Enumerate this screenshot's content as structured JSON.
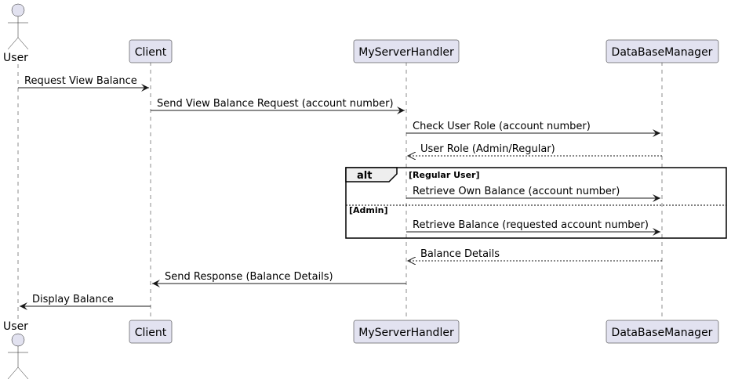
{
  "participants": [
    {
      "id": "user",
      "name": "User",
      "kind": "actor"
    },
    {
      "id": "client",
      "name": "Client",
      "kind": "box"
    },
    {
      "id": "server",
      "name": "MyServerHandler",
      "kind": "box"
    },
    {
      "id": "db",
      "name": "DataBaseManager",
      "kind": "box"
    }
  ],
  "messages": [
    {
      "from": "user",
      "to": "client",
      "label": "Request View Balance",
      "style": "solid"
    },
    {
      "from": "client",
      "to": "server",
      "label": "Send View Balance Request (account number)",
      "style": "solid"
    },
    {
      "from": "server",
      "to": "db",
      "label": "Check User Role (account number)",
      "style": "solid"
    },
    {
      "from": "db",
      "to": "server",
      "label": "User Role (Admin/Regular)",
      "style": "dashed"
    },
    {
      "from": "server",
      "to": "db",
      "label": "Retrieve Own Balance (account number)",
      "style": "solid"
    },
    {
      "from": "server",
      "to": "db",
      "label": "Retrieve Balance (requested account number)",
      "style": "solid"
    },
    {
      "from": "db",
      "to": "server",
      "label": "Balance Details",
      "style": "dashed"
    },
    {
      "from": "server",
      "to": "client",
      "label": "Send Response (Balance Details)",
      "style": "solid"
    },
    {
      "from": "client",
      "to": "user",
      "label": "Display Balance",
      "style": "solid"
    }
  ],
  "alt_fragment": {
    "keyword": "alt",
    "guard_1": "[Regular User]",
    "guard_2": "[Admin]"
  },
  "colors": {
    "participant_fill": "#E2E2F0",
    "participant_border": "#181818",
    "line": "#181818",
    "lifeline": "#181818"
  }
}
